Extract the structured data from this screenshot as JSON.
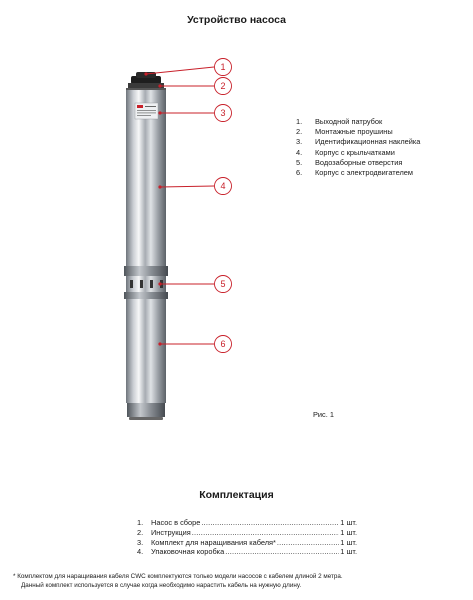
{
  "page_title": "Устройство насоса",
  "callouts": [
    "1",
    "2",
    "3",
    "4",
    "5",
    "6"
  ],
  "legend": [
    {
      "n": "1.",
      "label": "Выходной патрубок"
    },
    {
      "n": "2.",
      "label": "Монтажные проушины"
    },
    {
      "n": "3.",
      "label": "Идентификационная наклейка"
    },
    {
      "n": "4.",
      "label": "Корпус с крыльчатками"
    },
    {
      "n": "5.",
      "label": "Водозаборные отверстия"
    },
    {
      "n": "6.",
      "label": "Корпус с электродвигателем"
    }
  ],
  "figure_caption": "Рис. 1",
  "kit": {
    "title": "Комплектация",
    "items": [
      {
        "n": "1.",
        "label": "Насос в сборе",
        "qty": "1 шт."
      },
      {
        "n": "2.",
        "label": "Инструкция",
        "qty": "1 шт."
      },
      {
        "n": "3.",
        "label": "Комплект для наращивания кабеля*",
        "qty": "1 шт."
      },
      {
        "n": "4.",
        "label": "Упаковочная коробка",
        "qty": "1 шт."
      }
    ]
  },
  "footnote": {
    "line1": "*  Комплектом для наращивания кабеля CWC комплектуются только модели насосов с кабелем длиной 2 метра.",
    "line2": "Данный комплект используется в случае когда необходимо нарастить кабель на нужную длину."
  },
  "colors": {
    "accent": "#c8202a",
    "steel": "#b7bcc2",
    "dark": "#222222"
  }
}
